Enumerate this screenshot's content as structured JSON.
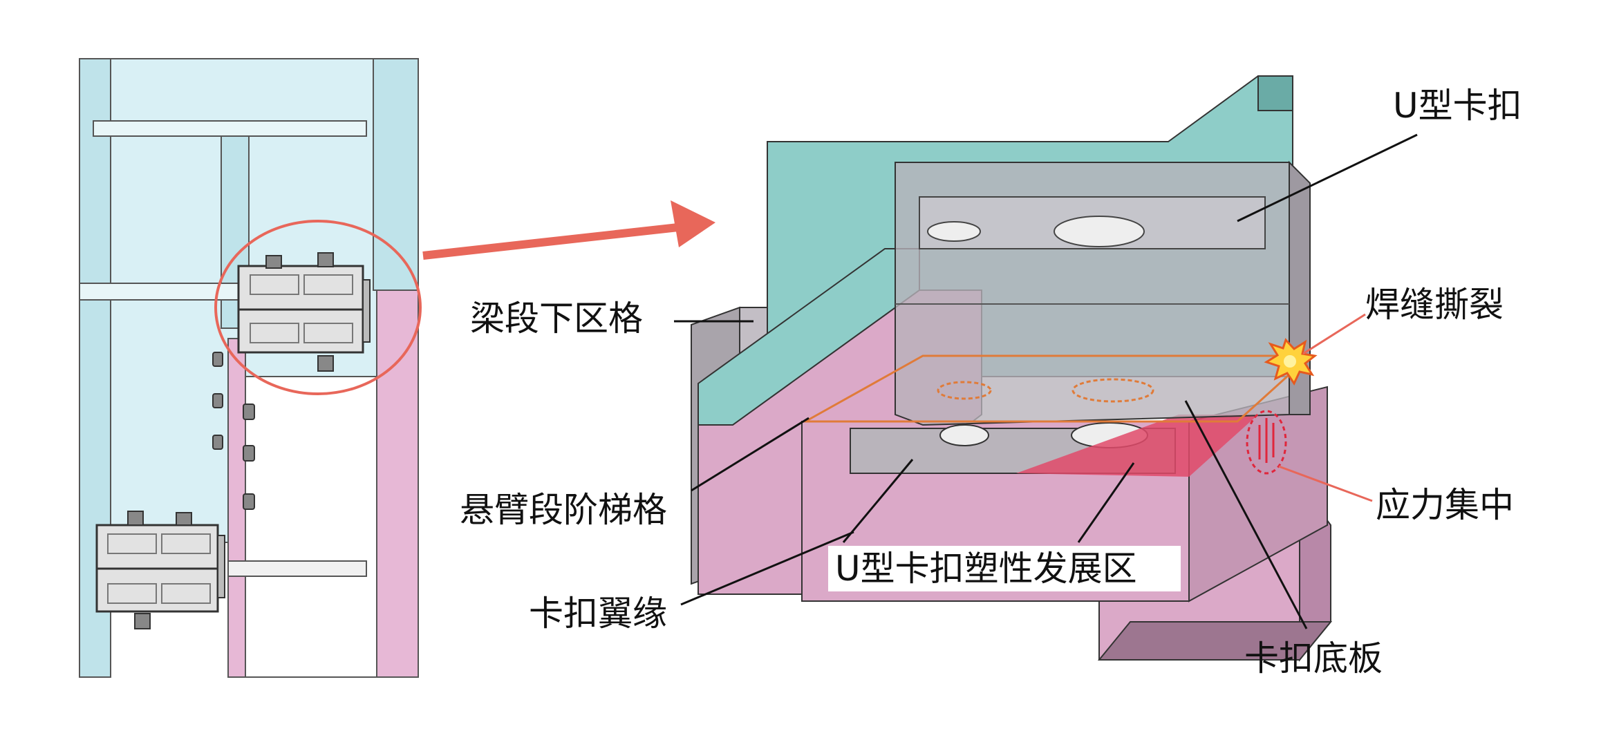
{
  "labels": {
    "u_clip": "U型卡扣",
    "weld_tear": "焊缝撕裂",
    "beam_lower_cell": "梁段下区格",
    "stress_concentration": "应力集中",
    "cantilever_ladder_cell": "悬臂段阶梯格",
    "u_clip_plastic_zone": "U型卡扣塑性发展区",
    "clip_flange": "卡扣翼缘",
    "clip_base_plate": "卡扣底板"
  },
  "colors": {
    "teal_panel": "#8ecdc8",
    "teal_dark": "#6aaba6",
    "light_cyan": "#d9f0f5",
    "pink_panel": "#dba9c8",
    "pink_dark": "#b888a8",
    "grey_block": "#b9b4bb",
    "callout_red": "#e8675a",
    "plastic_red": "#e04a6a",
    "orange_outline": "#e07b39",
    "burst_yellow": "#ffd23c"
  },
  "icons": {
    "weld_tear_marker": "burst-icon",
    "stress_marker": "stress-lines-icon"
  }
}
